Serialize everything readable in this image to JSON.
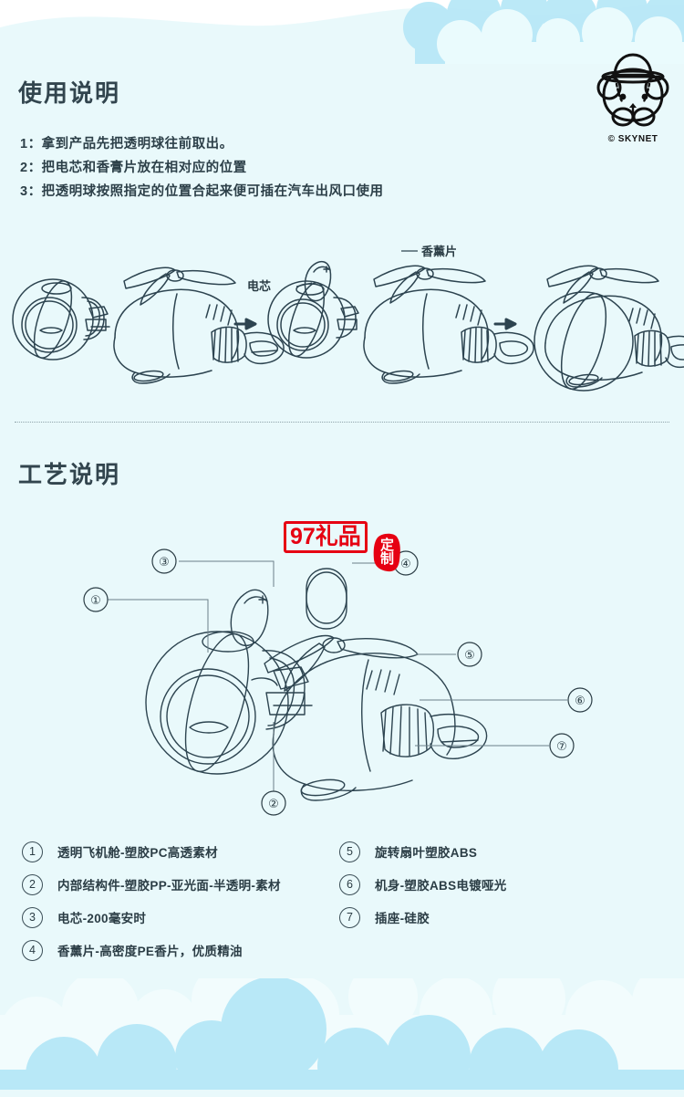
{
  "theme": {
    "background": "#e9f9fb",
    "cloud_blue": "#b8e8f7",
    "cloud_white": "#ffffff",
    "ink": "#2b3d45",
    "line_art": "#2d4450",
    "watermark_red": "#e60012"
  },
  "logo": {
    "name": "skynet-bear-logo",
    "caption": "© SKYNET"
  },
  "sections": [
    {
      "id": "usage",
      "title": "使用说明",
      "steps": [
        "1：拿到产品先把透明球往前取出。",
        "2：把电芯和香膏片放在相对应的位置",
        "3：把透明球按照指定的位置合起来便可插在汽车出风口使用"
      ],
      "diagram_labels": [
        {
          "text": "电芯",
          "name": "battery-cell-label"
        },
        {
          "text": "香薰片",
          "name": "aroma-tablet-label"
        }
      ],
      "arrows": 2
    },
    {
      "id": "craft",
      "title": "工艺说明",
      "callouts": [
        "①",
        "②",
        "③",
        "④",
        "⑤",
        "⑥",
        "⑦"
      ],
      "legend": {
        "left": [
          {
            "num": "1",
            "label": "透明飞机舱-塑胶PC高透素材"
          },
          {
            "num": "2",
            "label": "内部结构件-塑胶PP-亚光面-半透明-素材"
          },
          {
            "num": "3",
            "label": "电芯-200毫安时"
          },
          {
            "num": "4",
            "label": "香薰片-高密度PE香片，优质精油"
          }
        ],
        "right": [
          {
            "num": "5",
            "label": "旋转扇叶塑胶ABS"
          },
          {
            "num": "6",
            "label": "机身-塑胶ABS电镀哑光"
          },
          {
            "num": "7",
            "label": "插座-硅胶"
          }
        ]
      }
    }
  ],
  "watermark": {
    "box_text": "97礼品",
    "seal_line1": "定",
    "seal_line2": "制"
  }
}
